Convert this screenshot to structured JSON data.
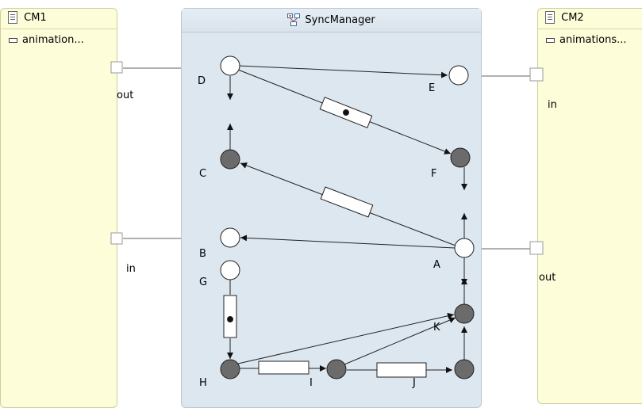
{
  "blocks": {
    "cm1": {
      "title": "CM1",
      "attribute": "animation...",
      "ports": {
        "out": "out",
        "in": "in"
      }
    },
    "cm2": {
      "title": "CM2",
      "attribute": "animations...",
      "ports": {
        "in": "in",
        "out": "out"
      }
    }
  },
  "sync_manager": {
    "title": "SyncManager"
  },
  "places": {
    "D": "D",
    "E": "E",
    "C": "C",
    "F": "F",
    "B": "B",
    "A": "A",
    "G": "G",
    "K": "K",
    "H": "H",
    "I": "I",
    "J": "J"
  },
  "colors": {
    "empty_place": "#ffffff",
    "filled_place": "#6b6b6b",
    "block_bg": "#fdfdd9",
    "manager_bg": "#dde7f0"
  },
  "icons": [
    "document-icon",
    "sync-manager-icon",
    "attribute-icon"
  ]
}
